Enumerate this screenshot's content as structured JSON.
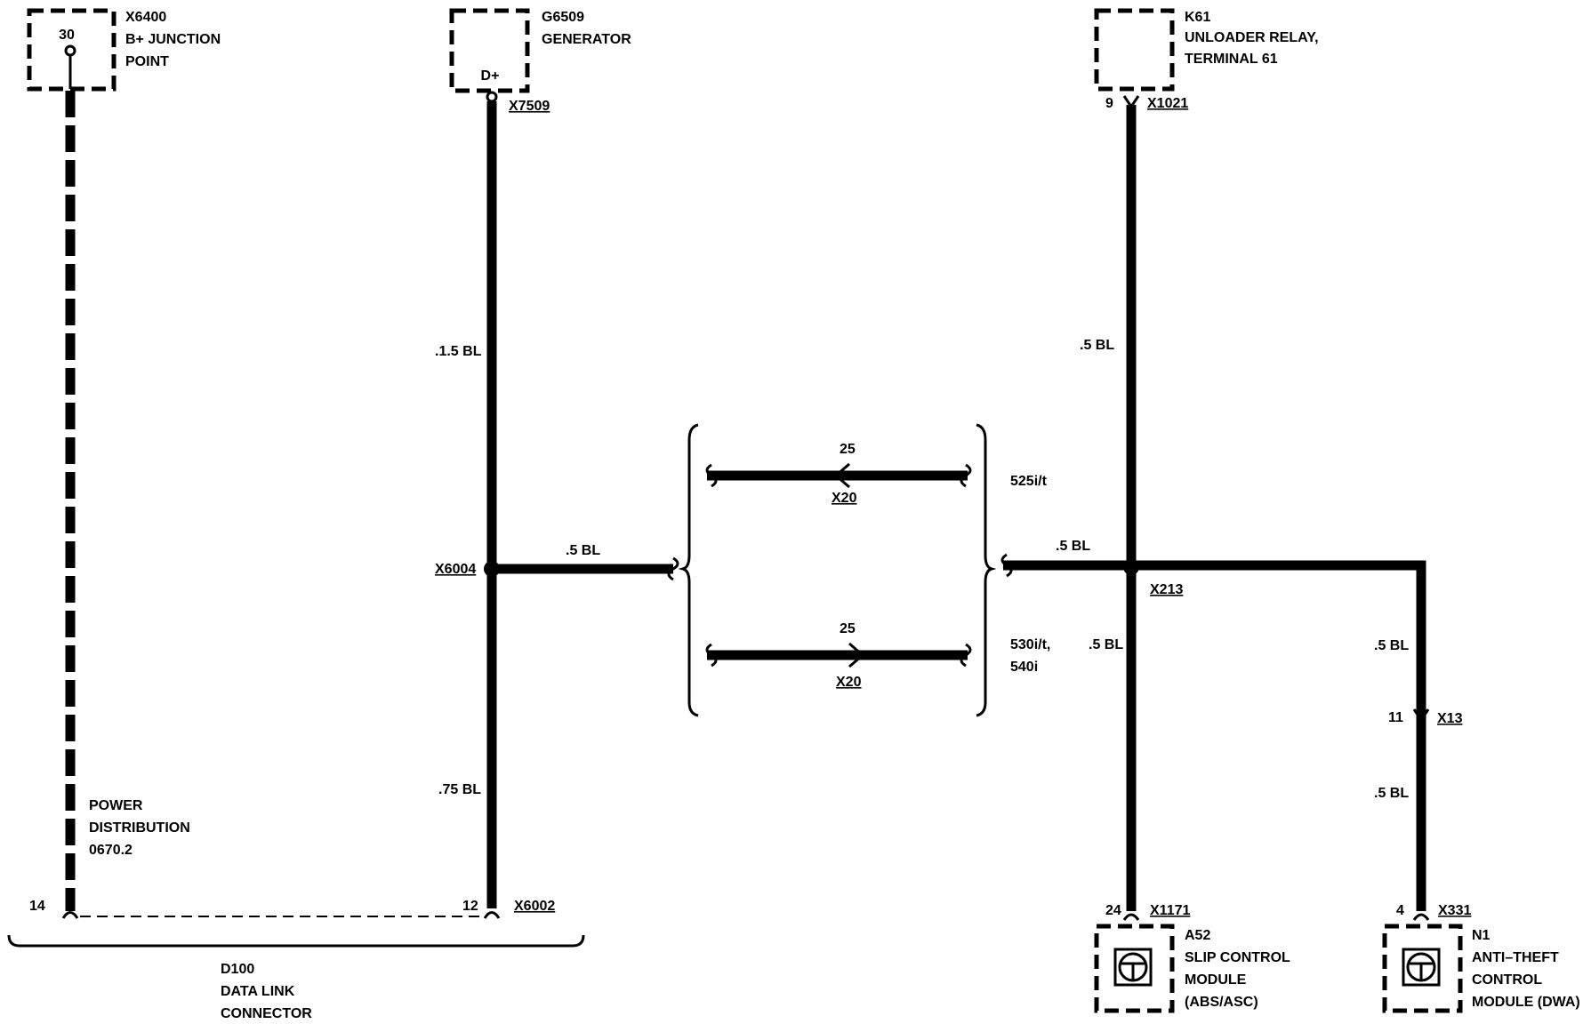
{
  "components": {
    "x6400": {
      "id": "X6400",
      "line1": "B+ JUNCTION",
      "line2": "POINT",
      "pin": "30"
    },
    "g6509": {
      "id": "G6509",
      "line1": "GENERATOR",
      "pin": "D+"
    },
    "k61": {
      "id": "K61",
      "line1": "UNLOADER RELAY,",
      "line2": "TERMINAL 61"
    },
    "a52": {
      "id": "A52",
      "line1": "SLIP CONTROL",
      "line2": "MODULE",
      "line3": "(ABS/ASC)"
    },
    "n1": {
      "id": "N1",
      "line1": "ANTI–THEFT",
      "line2": "CONTROL",
      "line3": "MODULE (DWA)"
    },
    "d100": {
      "id": "D100",
      "line1": "DATA LINK",
      "line2": "CONNECTOR"
    },
    "power_dist": {
      "line1": "POWER",
      "line2": "DISTRIBUTION",
      "line3": "0670.2"
    }
  },
  "connectors": {
    "x7509": "X7509",
    "x1021": {
      "label": "X1021",
      "pin": "9"
    },
    "x6004": "X6004",
    "x213": "X213",
    "x6002": {
      "label": "X6002",
      "pin": "12"
    },
    "d100_pin": "14",
    "x1171": {
      "label": "X1171",
      "pin": "24"
    },
    "x13": {
      "label": "X13",
      "pin": "11"
    },
    "x331": {
      "label": "X331",
      "pin": "4"
    },
    "x20_top": {
      "label": "X20",
      "pin": "25"
    },
    "x20_bottom": {
      "label": "X20",
      "pin": "25"
    }
  },
  "wires": {
    "gen_upper": ".1.5 BL",
    "gen_lower": ".75 BL",
    "x6004_out": ".5 BL",
    "k61_down": ".5 BL",
    "x213_in": ".5 BL",
    "x213_down": ".5 BL",
    "n1_upper": ".5 BL",
    "n1_lower": ".5 BL"
  },
  "variants": {
    "top": "525i/t",
    "bottom_line1": "530i/t,",
    "bottom_line2": "540i"
  }
}
